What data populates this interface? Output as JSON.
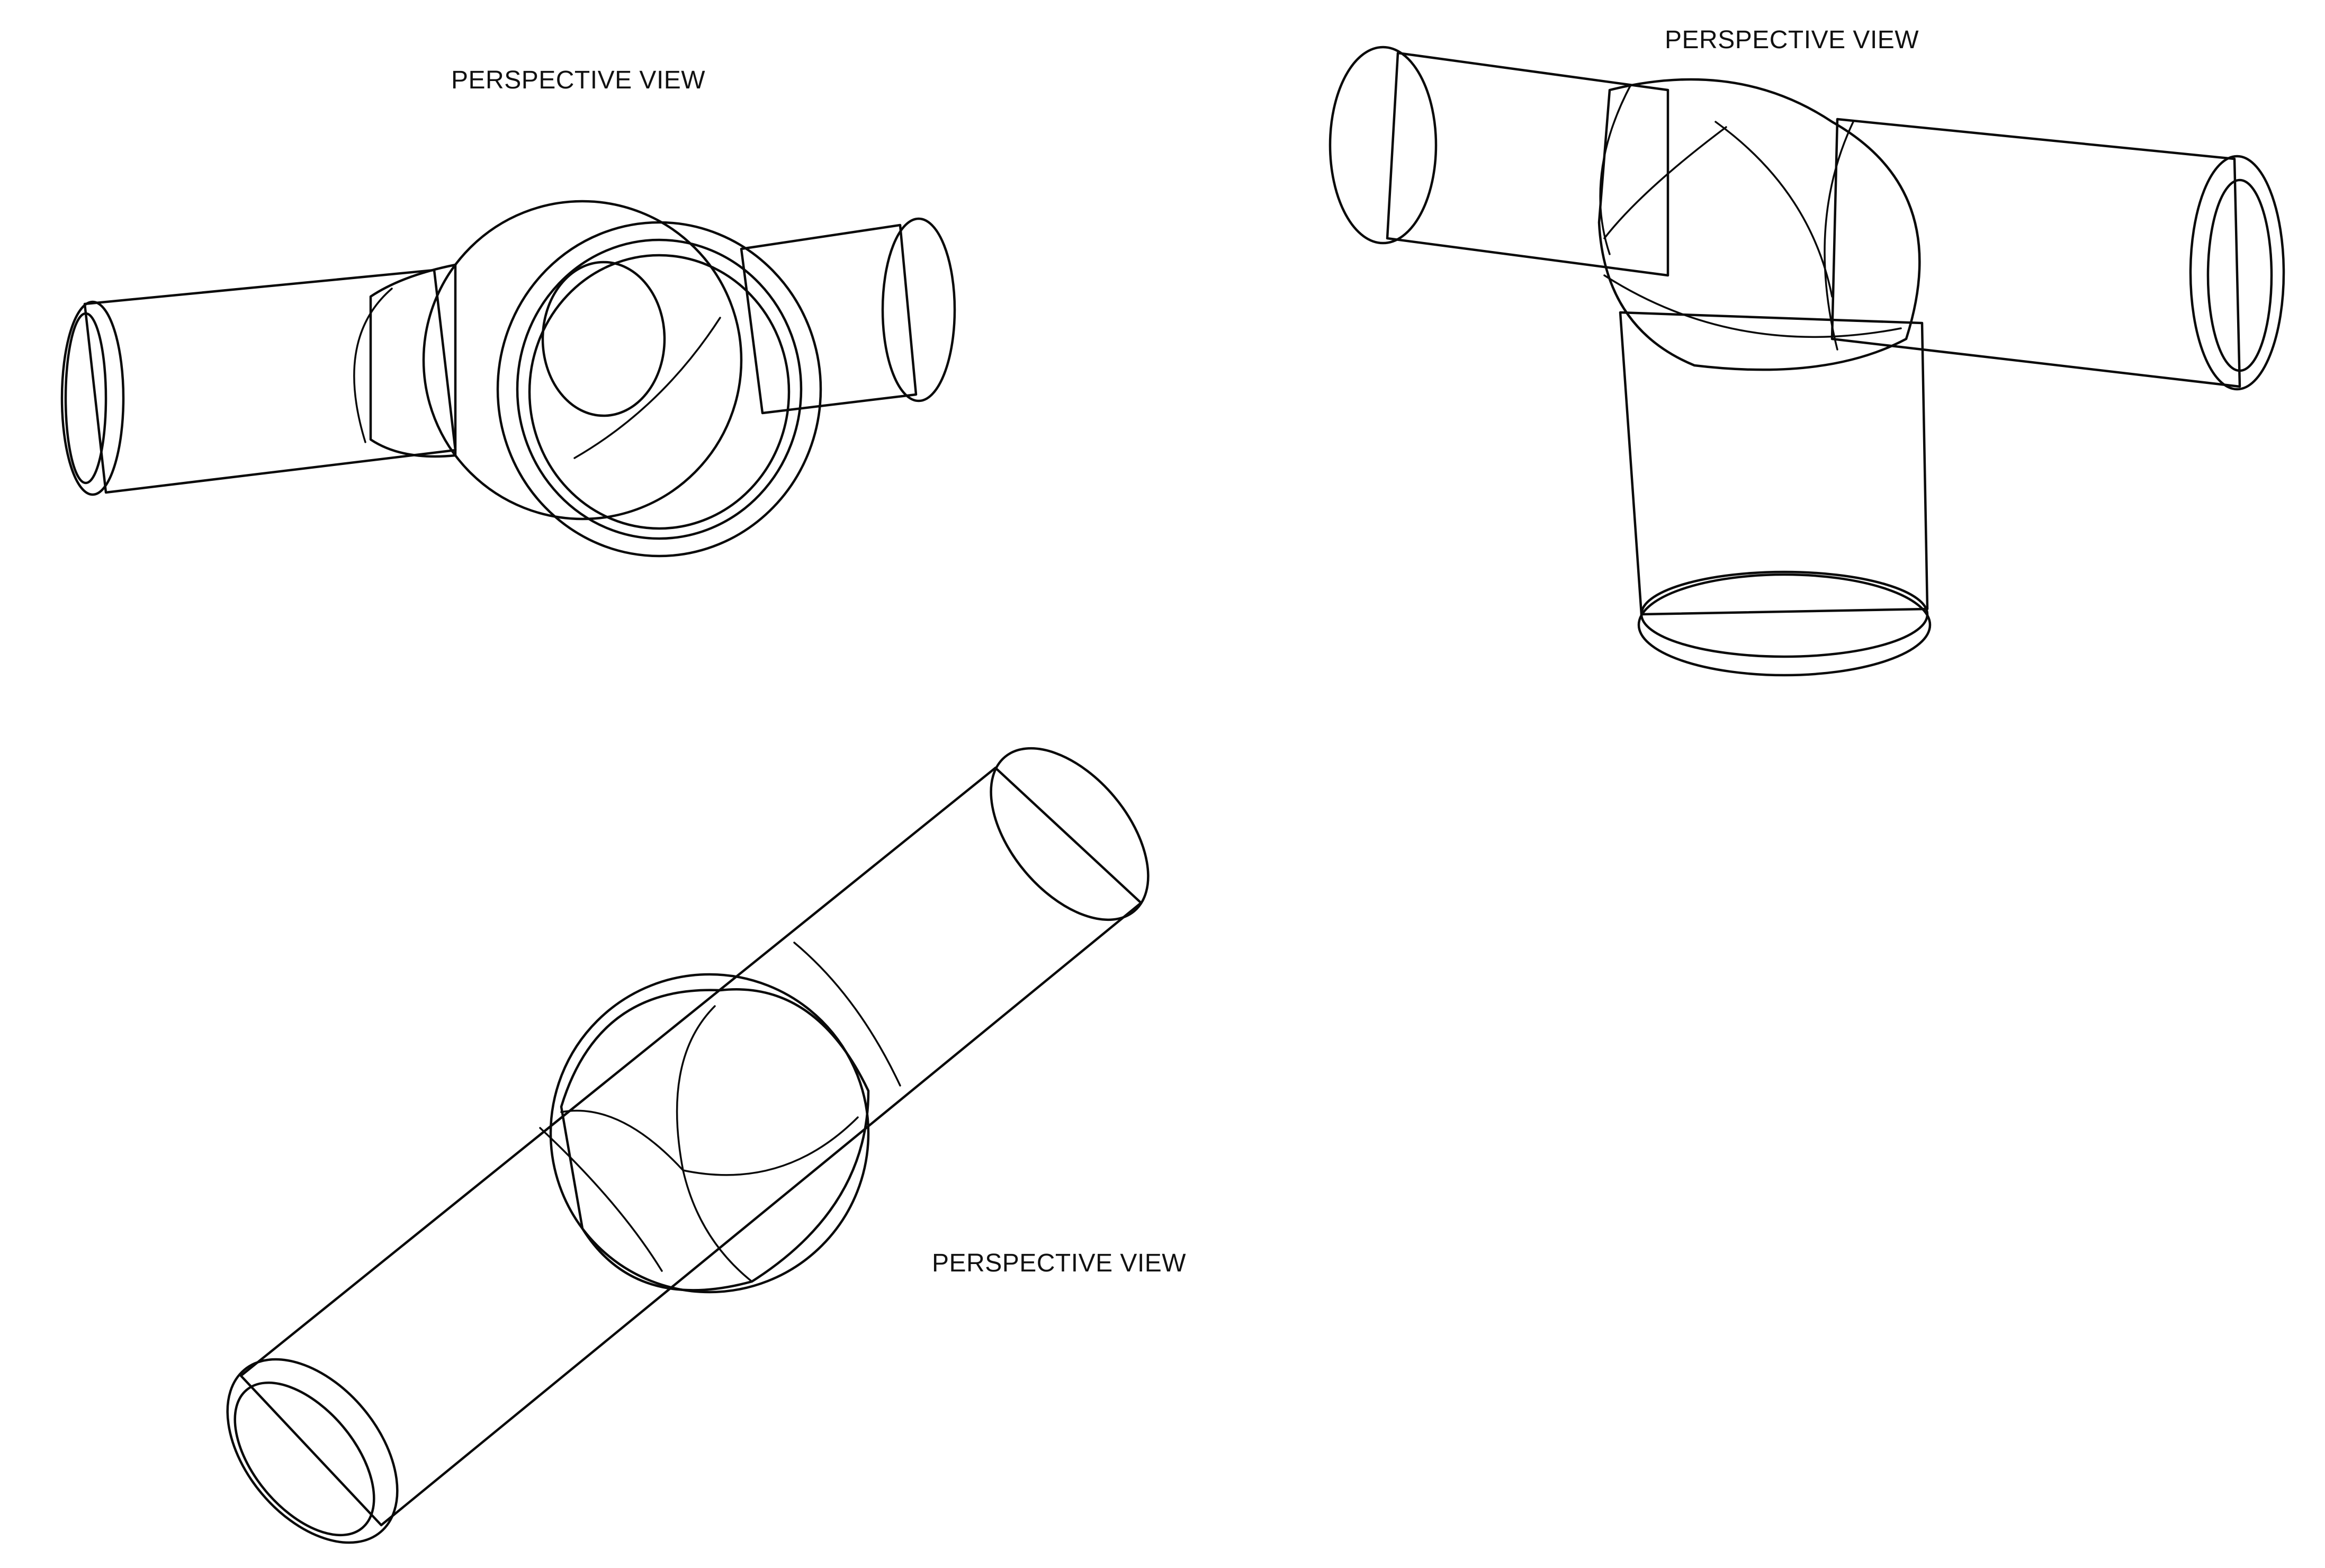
{
  "views": [
    {
      "label": "PERSPECTIVE VIEW",
      "icon": "pipe-tee-fitting-icon"
    },
    {
      "label": "PERSPECTIVE VIEW",
      "icon": "pipe-tee-fitting-icon"
    },
    {
      "label": "PERSPECTIVE VIEW",
      "icon": "pipe-tee-fitting-icon"
    }
  ],
  "colors": {
    "background": "#ffffff",
    "body_light": "#d8d7d2",
    "body_mid": "#a9a8a3",
    "body_dark": "#5a5a57",
    "outline": "#0a0a0a"
  }
}
